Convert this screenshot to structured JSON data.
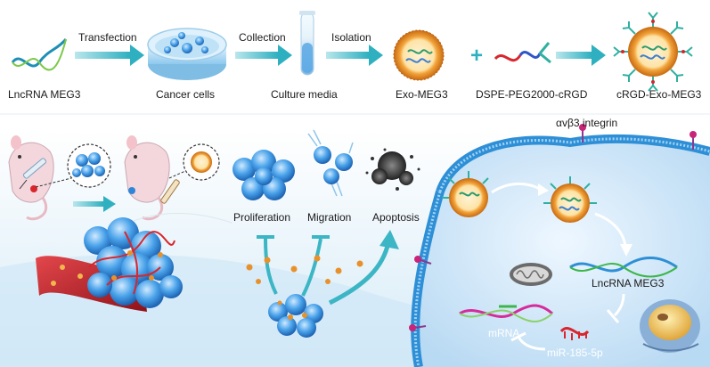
{
  "workflow": {
    "step_lncrna": "LncRNA MEG3",
    "step_transfection": "Transfection",
    "step_cancer_cells": "Cancer cells",
    "step_collection": "Collection",
    "step_culture_media": "Culture media",
    "step_isolation": "Isolation",
    "step_exo": "Exo-MEG3",
    "plus_sign": "+",
    "step_dspe": "DSPE-PEG2000-cRGD",
    "step_final": "cRGD-Exo-MEG3"
  },
  "effects": {
    "proliferation": "Proliferation",
    "migration": "Migration",
    "apoptosis": "Apoptosis"
  },
  "cell": {
    "integrin": "αvβ3 integrin",
    "lncrna": "LncRNA MEG3",
    "mrna": "mRNA",
    "mirna": "miR-185-5p"
  },
  "colors": {
    "arrow_teal": "#3cb6c4",
    "membrane_blue": "#2e8fd6",
    "exosome_orange": "#e8912b",
    "vessel_red": "#c8242c",
    "tumor_blue": "#2f86d8"
  }
}
